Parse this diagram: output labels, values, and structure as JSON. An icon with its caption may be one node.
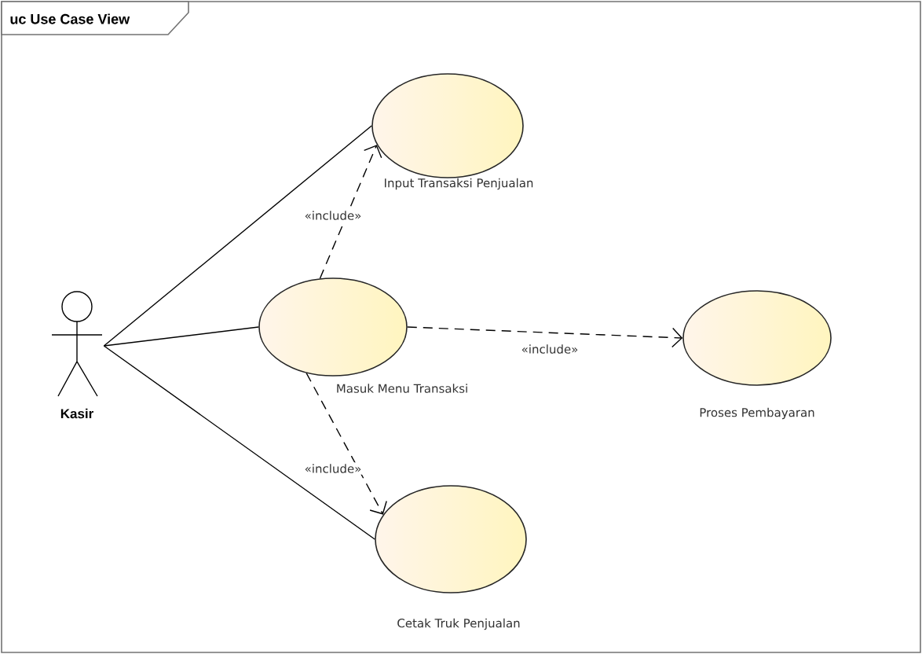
{
  "diagram": {
    "title": "uc Use Case View",
    "nodes": [
      {
        "text": [
          "Kasir"
        ]
      },
      {
        "text": [
          "Input Transaksi Penjualan"
        ]
      },
      {
        "text": [
          "Masuk Menu Transaksi"
        ]
      },
      {
        "text": [
          "Proses Pembayaran"
        ]
      },
      {
        "text": [
          "Cetak Truk Penjualan"
        ]
      }
    ],
    "edges": [
      {
        "from": 0,
        "to": 1,
        "arrow": "none"
      },
      {
        "from": 0,
        "to": 2,
        "arrow": "none"
      },
      {
        "from": 0,
        "to": 4,
        "arrow": "none"
      },
      {
        "from": 2,
        "to": 1,
        "arrow": "to",
        "style": "dashed",
        "label": "«include»"
      },
      {
        "from": 2,
        "to": 3,
        "arrow": "to",
        "style": "dashed",
        "label": "«include»"
      },
      {
        "from": 2,
        "to": 4,
        "arrow": "to",
        "style": "dashed",
        "label": "«include»"
      }
    ]
  }
}
